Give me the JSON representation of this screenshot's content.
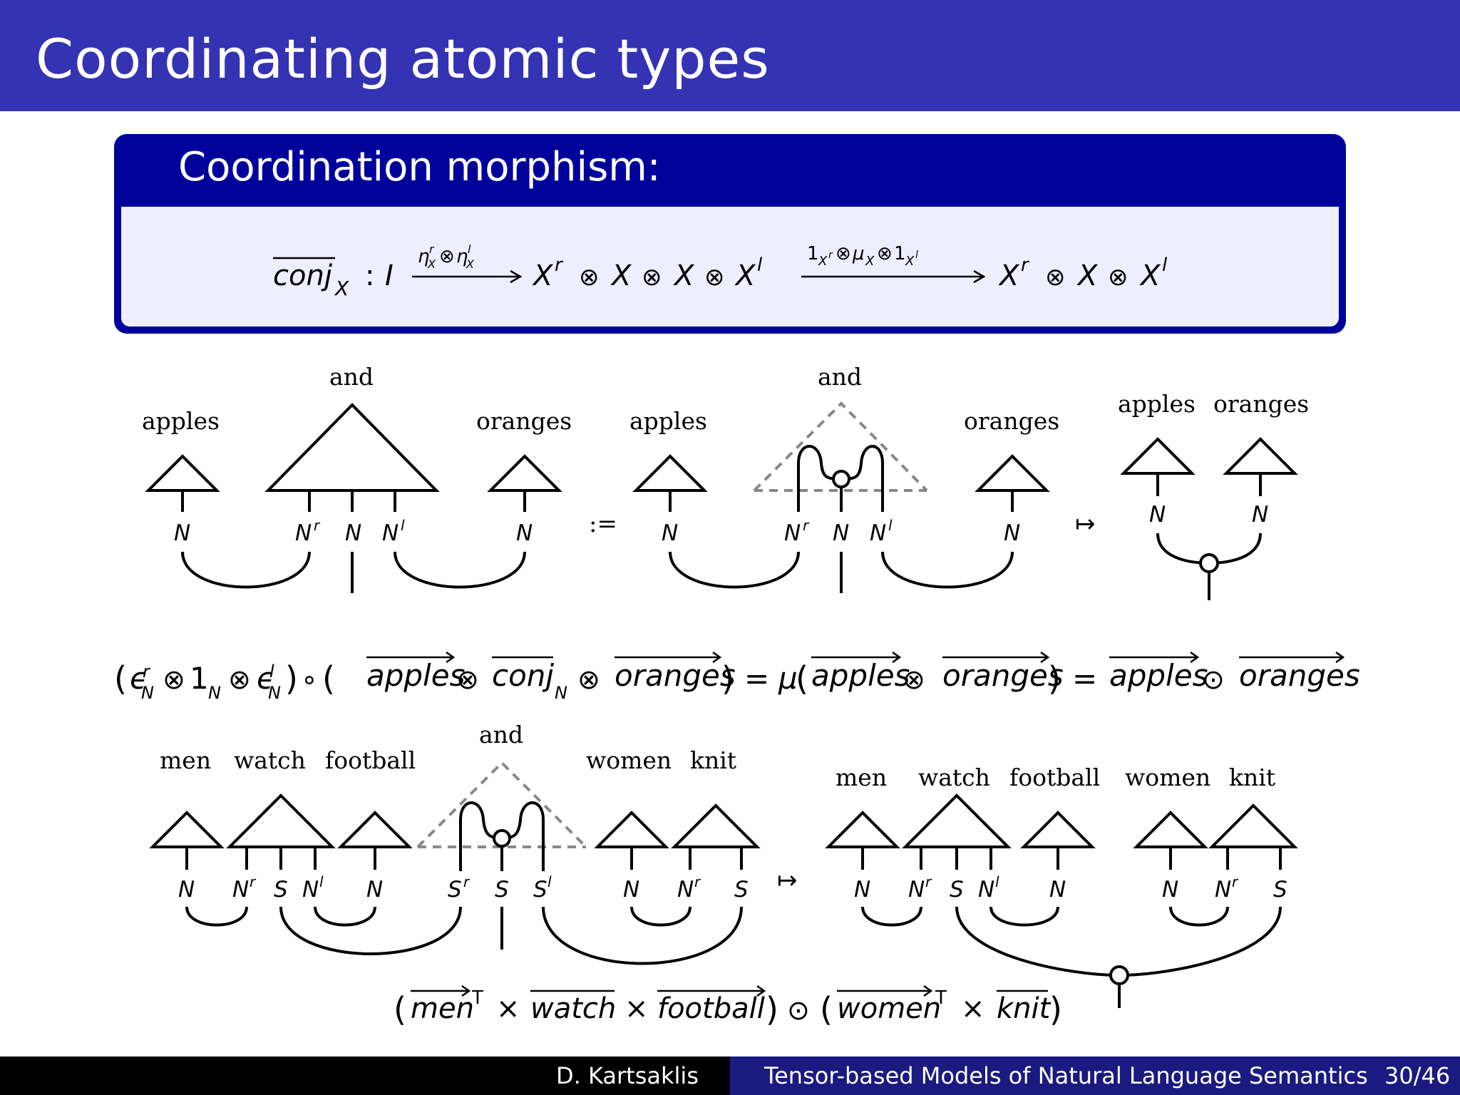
{
  "slide": {
    "title": "Coordinating atomic types",
    "theme_colors": {
      "title_bar": "#3333b3",
      "block_header": "#00009a",
      "block_body": "#eeeefe",
      "footer_right": "#1a1a80"
    }
  },
  "definition_block": {
    "title": "Coordination morphism:",
    "formula": {
      "lhs": "conj",
      "lhs_sub": "X",
      "colon": ":",
      "unit": "I",
      "arrow1_eta": "η",
      "arrow1_sup_r": "r",
      "arrow1_sub_x": "X",
      "arrow1_sup_l": "l",
      "tensor": "⊗",
      "middle": [
        "X",
        "X",
        "X",
        "X"
      ],
      "sup_r": "r",
      "sup_l": "l",
      "arrow2_one": "1",
      "arrow2_mu": "μ",
      "rhs": [
        "X",
        "X",
        "X"
      ]
    }
  },
  "diagram1": {
    "labels": [
      "apples",
      "and",
      "oranges",
      "apples",
      "and",
      "oranges",
      "apples",
      "oranges"
    ],
    "types": {
      "N": "N",
      "r": "r",
      "l": "l"
    },
    "defeq": ":=",
    "mapsto": "↦"
  },
  "equation1": {
    "epsilon": "ϵ",
    "one": "1",
    "circ": "∘",
    "mu": "μ",
    "words": {
      "apples": "apples",
      "conj": "conj",
      "oranges": "oranges"
    },
    "odot": "⊙",
    "eq": "="
  },
  "diagram2": {
    "left_labels": [
      "men",
      "watch",
      "football",
      "and",
      "women",
      "knit"
    ],
    "right_labels": [
      "men",
      "watch",
      "football",
      "women",
      "knit"
    ],
    "types": {
      "N": "N",
      "S": "S",
      "r": "r",
      "l": "l"
    },
    "mapsto": "↦"
  },
  "equation2": {
    "words": {
      "men": "men",
      "watch": "watch",
      "football": "football",
      "women": "women",
      "knit": "knit"
    },
    "transpose": "T",
    "times": "×",
    "odot": "⊙"
  },
  "footer": {
    "author": "D. Kartsaklis",
    "talk_title": "Tensor-based Models of Natural Language Semantics",
    "page": "30/46"
  }
}
